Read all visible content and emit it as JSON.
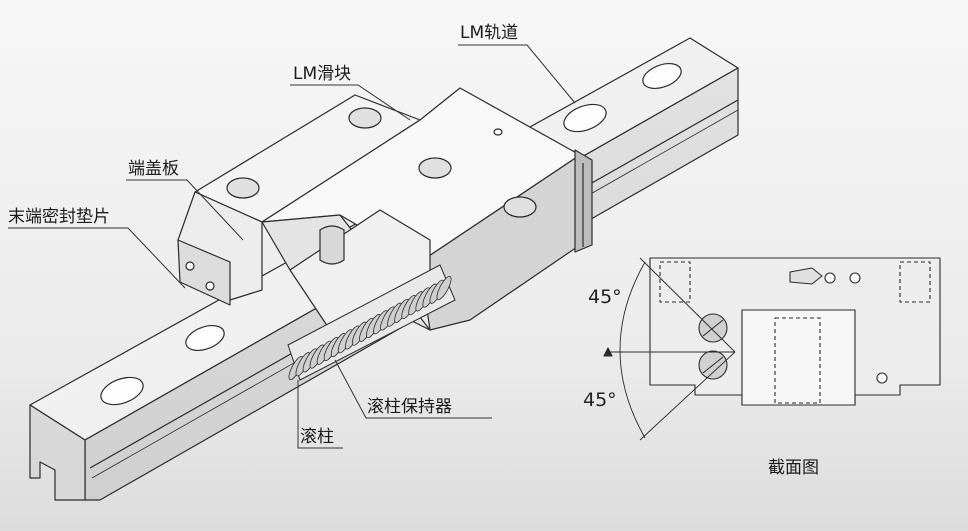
{
  "labels": {
    "lm_rail": "LM轨道",
    "lm_block": "LM滑块",
    "end_plate": "端盖板",
    "end_seal": "末端密封垫片",
    "roller_cage": "滚柱保持器",
    "roller": "滚柱",
    "cross_section": "截面图"
  },
  "angles": {
    "upper": "45°",
    "lower": "45°"
  },
  "colors": {
    "line": "#2b2b2b",
    "face_light": "#f2f2f2",
    "face_mid": "#dedede",
    "face_dark": "#c9c9c9",
    "background": "#eeeeee"
  }
}
